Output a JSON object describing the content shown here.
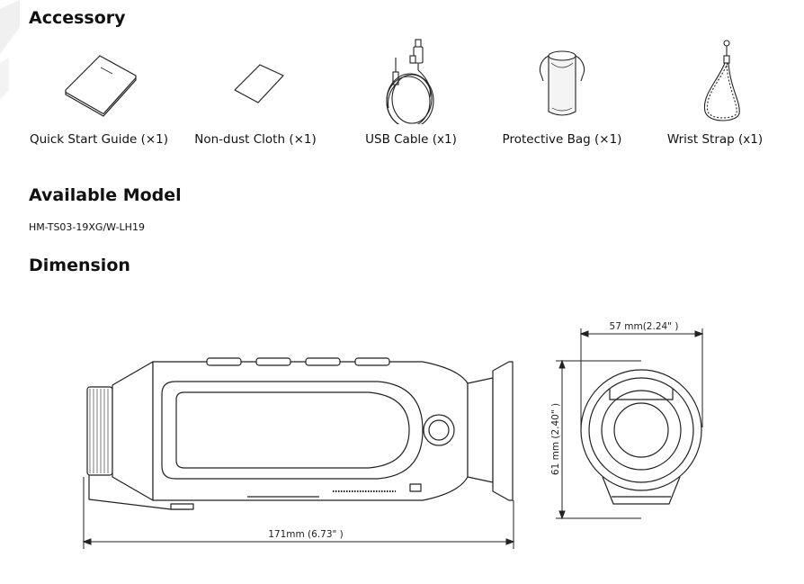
{
  "sections": {
    "accessory": "Accessory",
    "available_model": "Available Model",
    "dimension": "Dimension"
  },
  "accessories": [
    {
      "label": "Quick Start Guide (×1)",
      "icon": "booklet-icon"
    },
    {
      "label": "Non-dust Cloth (×1)",
      "icon": "cloth-icon"
    },
    {
      "label": "USB Cable (x1)",
      "icon": "usb-cable-icon"
    },
    {
      "label": "Protective Bag (×1)",
      "icon": "bag-icon"
    },
    {
      "label": "Wrist Strap (x1)",
      "icon": "wrist-strap-icon"
    }
  ],
  "model": "HM-TS03-19XG/W-LH19",
  "dimensions": {
    "length": "171mm (6.73\" )",
    "width": "57 mm(2.24\" )",
    "height": "61 mm (2.40\" )"
  }
}
